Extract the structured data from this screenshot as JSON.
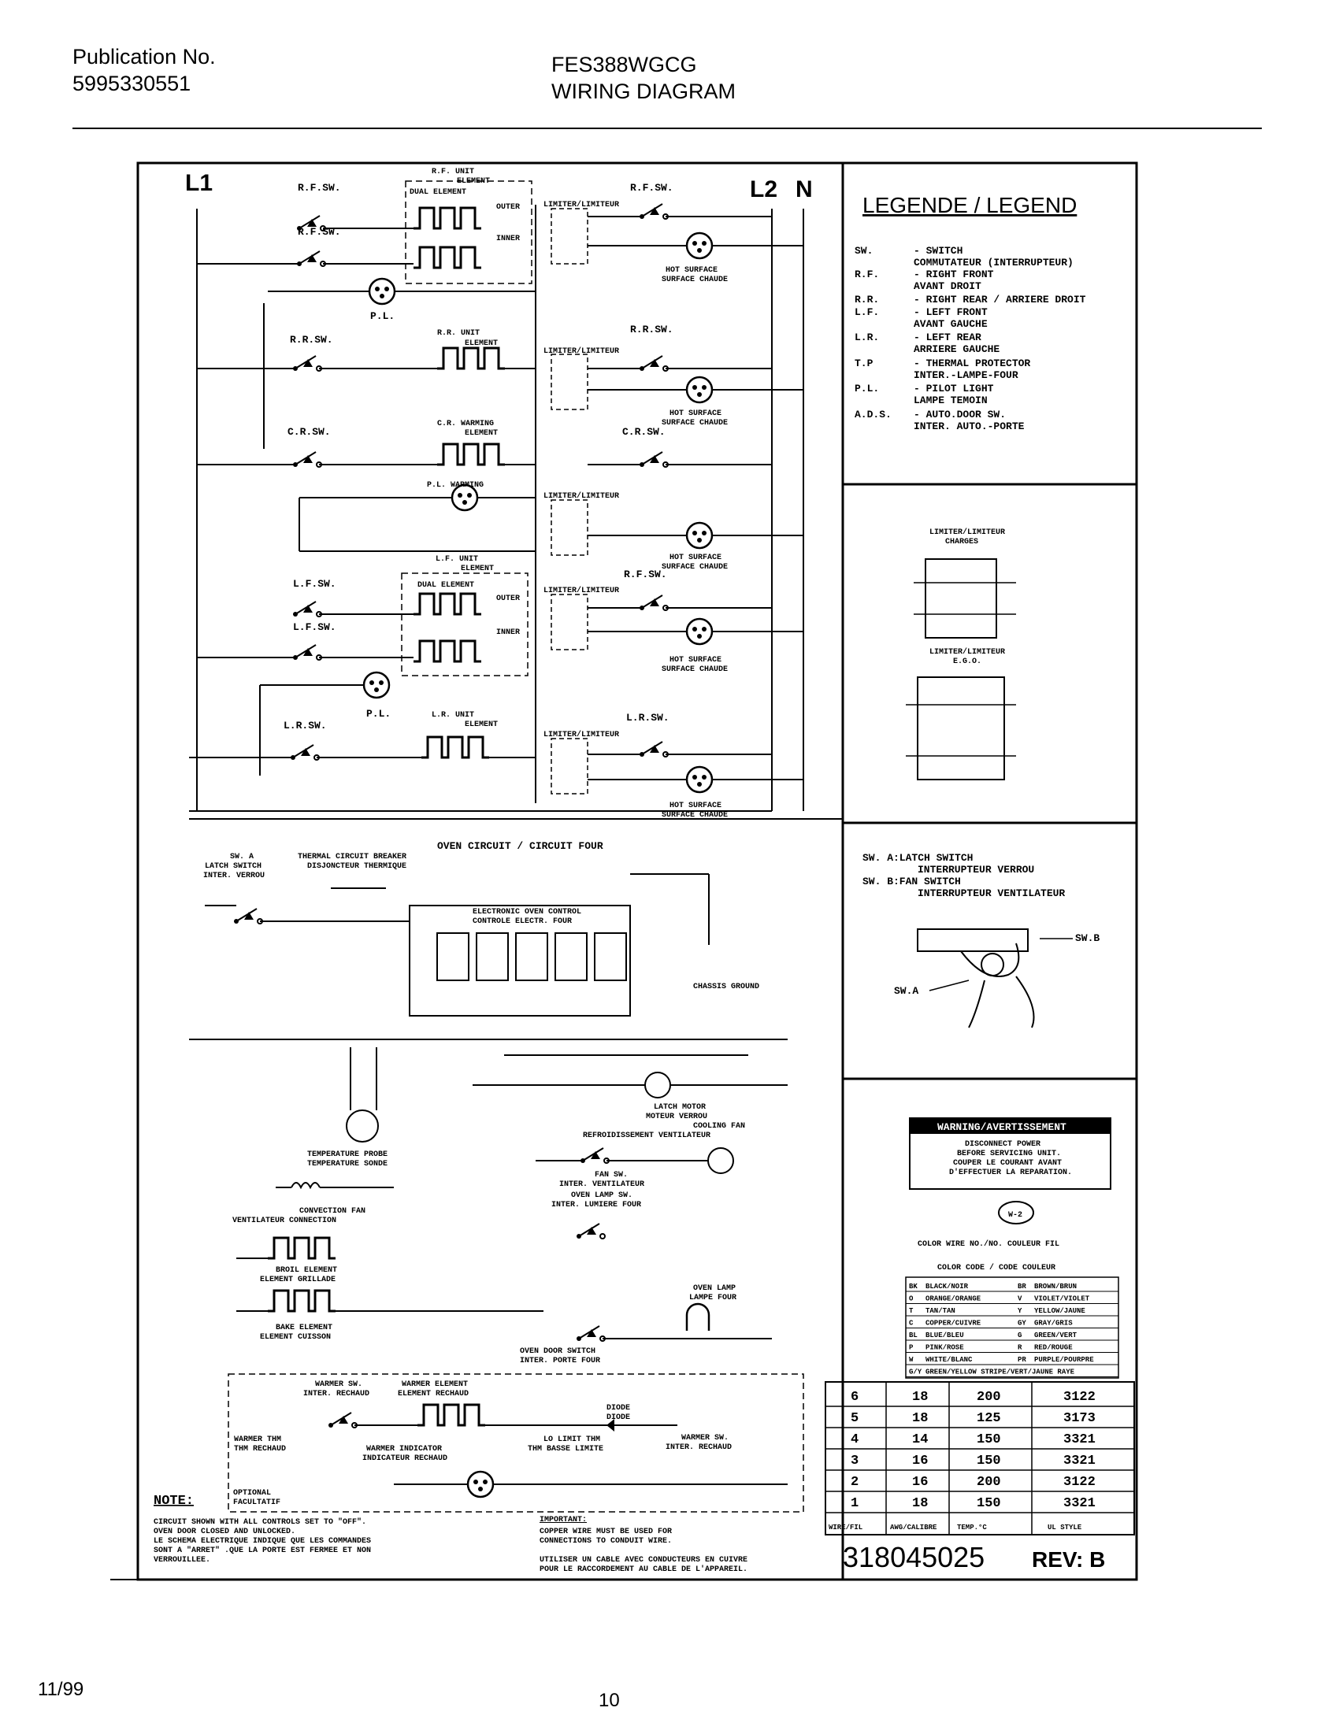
{
  "header": {
    "publication_label": "Publication No.",
    "publication_number": "5995330551",
    "model": "FES388WGCG",
    "title": "WIRING DIAGRAM"
  },
  "footer": {
    "date": "11/99",
    "page": "10"
  },
  "diagram": {
    "line_labels": {
      "l1": "L1",
      "l2": "L2",
      "n": "N"
    },
    "sections": {
      "rf": {
        "switch": "R.F.SW.",
        "switch_b": "R.F.SW.",
        "unit": "R.F. UNIT",
        "unit2": "ELEMENT",
        "dual": "DUAL ELEMENT",
        "outer": "OUTER",
        "inner": "INNER",
        "pl": "P.L.",
        "limiter": "LIMITER/LIMITEUR",
        "sw2": "R.F.SW.",
        "hot1": "HOT SURFACE",
        "hot2": "SURFACE CHAUDE"
      },
      "rr": {
        "switch": "R.R.SW.",
        "unit": "R.R. UNIT",
        "unit2": "ELEMENT",
        "limiter": "LIMITER/LIMITEUR",
        "sw2": "R.R.SW.",
        "hot1": "HOT SURFACE",
        "hot2": "SURFACE CHAUDE"
      },
      "cr": {
        "switch": "C.R.SW.",
        "unit": "C.R. WARMING",
        "unit2": "ELEMENT",
        "pl": "P.L. WARMING",
        "sw2": "C.R.SW.",
        "limiter": "LIMITER/LIMITEUR",
        "hot1": "HOT SURFACE",
        "hot2": "SURFACE CHAUDE"
      },
      "lf": {
        "switch": "L.F.SW.",
        "switch_b": "L.F.SW.",
        "unit": "L.F. UNIT",
        "unit2": "ELEMENT",
        "dual": "DUAL ELEMENT",
        "outer": "OUTER",
        "inner": "INNER",
        "pl": "P.L.",
        "limiter": "LIMITER/LIMITEUR",
        "sw2": "R.F.SW.",
        "hot1": "HOT SURFACE",
        "hot2": "SURFACE CHAUDE"
      },
      "lr": {
        "switch": "L.R.SW.",
        "unit": "L.R. UNIT",
        "unit2": "ELEMENT",
        "limiter": "LIMITER/LIMITEUR",
        "sw2": "L.R.SW.",
        "hot1": "HOT SURFACE",
        "hot2": "SURFACE CHAUDE"
      }
    },
    "oven": {
      "title": "OVEN CIRCUIT / CIRCUIT FOUR",
      "sw_a": "SW. A",
      "latch_switch": "LATCH SWITCH",
      "inter_verrou": "INTER. VERROU",
      "breaker1": "THERMAL CIRCUIT BREAKER",
      "breaker2": "DISJONCTEUR THERMIQUE",
      "control1": "ELECTRONIC OVEN CONTROL",
      "control2": "CONTROLE ELECTR. FOUR",
      "chassis": "CHASSIS GROUND",
      "probe1": "TEMPERATURE PROBE",
      "probe2": "TEMPERATURE SONDE",
      "latch_motor1": "LATCH MOTOR",
      "latch_motor2": "MOTEUR VERROU",
      "cooling1": "COOLING FAN",
      "cooling2": "REFROIDISSEMENT VENTILATEUR",
      "fan_sw1": "FAN SW.",
      "fan_sw2": "INTER. VENTILATEUR",
      "lamp_sw1": "OVEN LAMP SW.",
      "lamp_sw2": "INTER. LUMIERE FOUR",
      "conv1": "CONVECTION FAN",
      "conv2": "VENTILATEUR CONNECTION",
      "broil1": "BROIL ELEMENT",
      "broil2": "ELEMENT GRILLADE",
      "bake1": "BAKE ELEMENT",
      "bake2": "ELEMENT CUISSON",
      "lamp1": "OVEN LAMP",
      "lamp2": "LAMPE FOUR",
      "door1": "OVEN DOOR SWITCH",
      "door2": "INTER. PORTE FOUR"
    },
    "warmer": {
      "sw1": "WARMER SW.",
      "sw2": "INTER. RECHAUD",
      "el1": "WARMER ELEMENT",
      "el2": "ELEMENT RECHAUD",
      "thm1": "WARMER THM",
      "thm2": "THM RECHAUD",
      "ind1": "WARMER INDICATOR",
      "ind2": "INDICATEUR RECHAUD",
      "diode1": "DIODE",
      "diode2": "DIODE",
      "lolimit1": "LO LIMIT THM",
      "lolimit2": "THM BASSE LIMITE",
      "wsw1": "WARMER SW.",
      "wsw2": "INTER. RECHAUD",
      "optional1": "OPTIONAL",
      "optional2": "FACULTATIF"
    },
    "notes": {
      "note_label": "NOTE:",
      "note_lines": [
        "CIRCUIT SHOWN WITH ALL CONTROLS SET TO \"OFF\".",
        "OVEN DOOR CLOSED AND UNLOCKED.",
        "LE SCHEMA ELECTRIQUE INDIQUE QUE LES COMMANDES",
        "SONT A \"ARRET\" .QUE LA PORTE EST FERMEE ET NON",
        "VERROUILLEE."
      ],
      "important_label": "IMPORTANT:",
      "important_lines": [
        "COPPER WIRE MUST BE USED FOR",
        "CONNECTIONS TO CONDUIT WIRE.",
        "UTILISER UN CABLE AVEC CONDUCTEURS EN CUIVRE",
        "POUR LE RACCORDEMENT AU CABLE DE L'APPAREIL."
      ]
    },
    "legend": {
      "title": "LEGENDE / LEGEND",
      "items": [
        {
          "abbr": "SW.",
          "lines": [
            "- SWITCH",
            "  COMMUTATEUR (INTERRUPTEUR)"
          ]
        },
        {
          "abbr": "R.F.",
          "lines": [
            "- RIGHT FRONT",
            "  AVANT DROIT"
          ]
        },
        {
          "abbr": "R.R.",
          "lines": [
            "- RIGHT REAR / ARRIERE DROIT"
          ]
        },
        {
          "abbr": "L.F.",
          "lines": [
            "- LEFT FRONT",
            "  AVANT GAUCHE"
          ]
        },
        {
          "abbr": "L.R.",
          "lines": [
            "- LEFT REAR",
            "  ARRIERE GAUCHE"
          ]
        },
        {
          "abbr": "T.P",
          "lines": [
            "- THERMAL PROTECTOR",
            "  INTER.-LAMPE-FOUR"
          ]
        },
        {
          "abbr": "P.L.",
          "lines": [
            "- PILOT LIGHT",
            "  LAMPE TEMOIN"
          ]
        },
        {
          "abbr": "A.D.S.",
          "lines": [
            "- AUTO.DOOR SW.",
            "  INTER. AUTO.-PORTE"
          ]
        }
      ],
      "limiter_title1": "LIMITER/LIMITEUR",
      "limiter_title2": "CHARGES",
      "limiter2_title1": "LIMITER/LIMITEUR",
      "limiter2_title2": "E.G.O."
    },
    "switch_panel": {
      "line1": "SW. A:LATCH SWITCH",
      "line2": "INTERRUPTEUR VERROU",
      "line3": "SW. B:FAN SWITCH",
      "line4": "INTERRUPTEUR VENTILATEUR",
      "label_b": "SW.B",
      "label_a": "SW.A"
    },
    "warning": {
      "title": "WARNING/AVERTISSEMENT",
      "lines": [
        "DISCONNECT POWER",
        "BEFORE SERVICING UNIT.",
        "COUPER LE COURANT AVANT",
        "D'EFFECTUER LA REPARATION."
      ],
      "wire_tag": "W-2",
      "color_wire_line": "COLOR WIRE NO./NO. COULEUR FIL",
      "color_code_line": "COLOR CODE / CODE COULEUR",
      "color_codes": [
        [
          "BK",
          "BLACK/NOIR",
          "BR",
          "BROWN/BRUN"
        ],
        [
          "O",
          "ORANGE/ORANGE",
          "V",
          "VIOLET/VIOLET"
        ],
        [
          "T",
          "TAN/TAN",
          "Y",
          "YELLOW/JAUNE"
        ],
        [
          "C",
          "COPPER/CUIVRE",
          "GY",
          "GRAY/GRIS"
        ],
        [
          "BL",
          "BLUE/BLEU",
          "G",
          "GREEN/VERT"
        ],
        [
          "P",
          "PINK/ROSE",
          "R",
          "RED/ROUGE"
        ],
        [
          "W",
          "WHITE/BLANC",
          "PR",
          "PURPLE/POURPRE"
        ],
        [
          "G/Y",
          "GREEN/YELLOW STRIPE/VERT/JAUNE RAYE",
          "",
          ""
        ]
      ]
    },
    "wire_table": {
      "rows": [
        [
          "6",
          "18",
          "200",
          "3122"
        ],
        [
          "5",
          "18",
          "125",
          "3173"
        ],
        [
          "4",
          "14",
          "150",
          "3321"
        ],
        [
          "3",
          "16",
          "150",
          "3321"
        ],
        [
          "2",
          "16",
          "200",
          "3122"
        ],
        [
          "1",
          "18",
          "150",
          "3321"
        ]
      ],
      "headers": [
        "WIRE/FIL",
        "AWG/CALIBRE",
        "TEMP.°C",
        "UL STYLE"
      ]
    },
    "part_number": "318045025",
    "revision": "REV: B"
  }
}
